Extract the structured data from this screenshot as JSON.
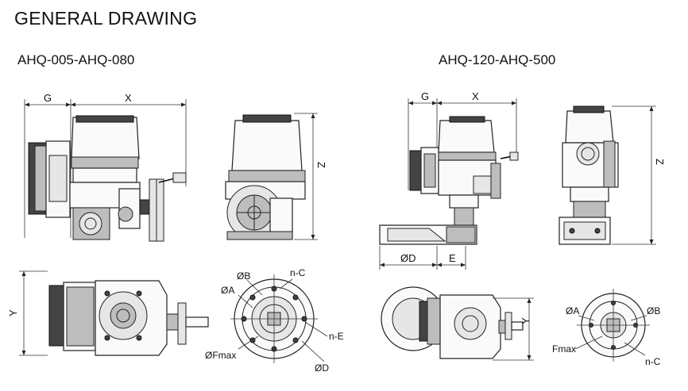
{
  "title": "GENERAL DRAWING",
  "left_model_range": "AHQ-005-AHQ-080",
  "right_model_range": "AHQ-120-AHQ-500",
  "labels": {
    "g_left": "G",
    "x_left": "X",
    "z_left": "Z",
    "y_left": "Y",
    "g_right": "G",
    "x_right": "X",
    "z_right": "Z",
    "d_right": "ØD",
    "e_right": "E",
    "y_right": "Y",
    "flange_b_left": "ØB",
    "flange_nc_left": "n-C",
    "flange_a_left": "ØA",
    "flange_ne_left": "n-E",
    "flange_fmax_left": "ØFmax",
    "flange_d_left": "ØD",
    "flange_a_right": "ØA",
    "flange_b_right": "ØB",
    "flange_fmax_right": "Fmax",
    "flange_nc_right": "n-C"
  }
}
